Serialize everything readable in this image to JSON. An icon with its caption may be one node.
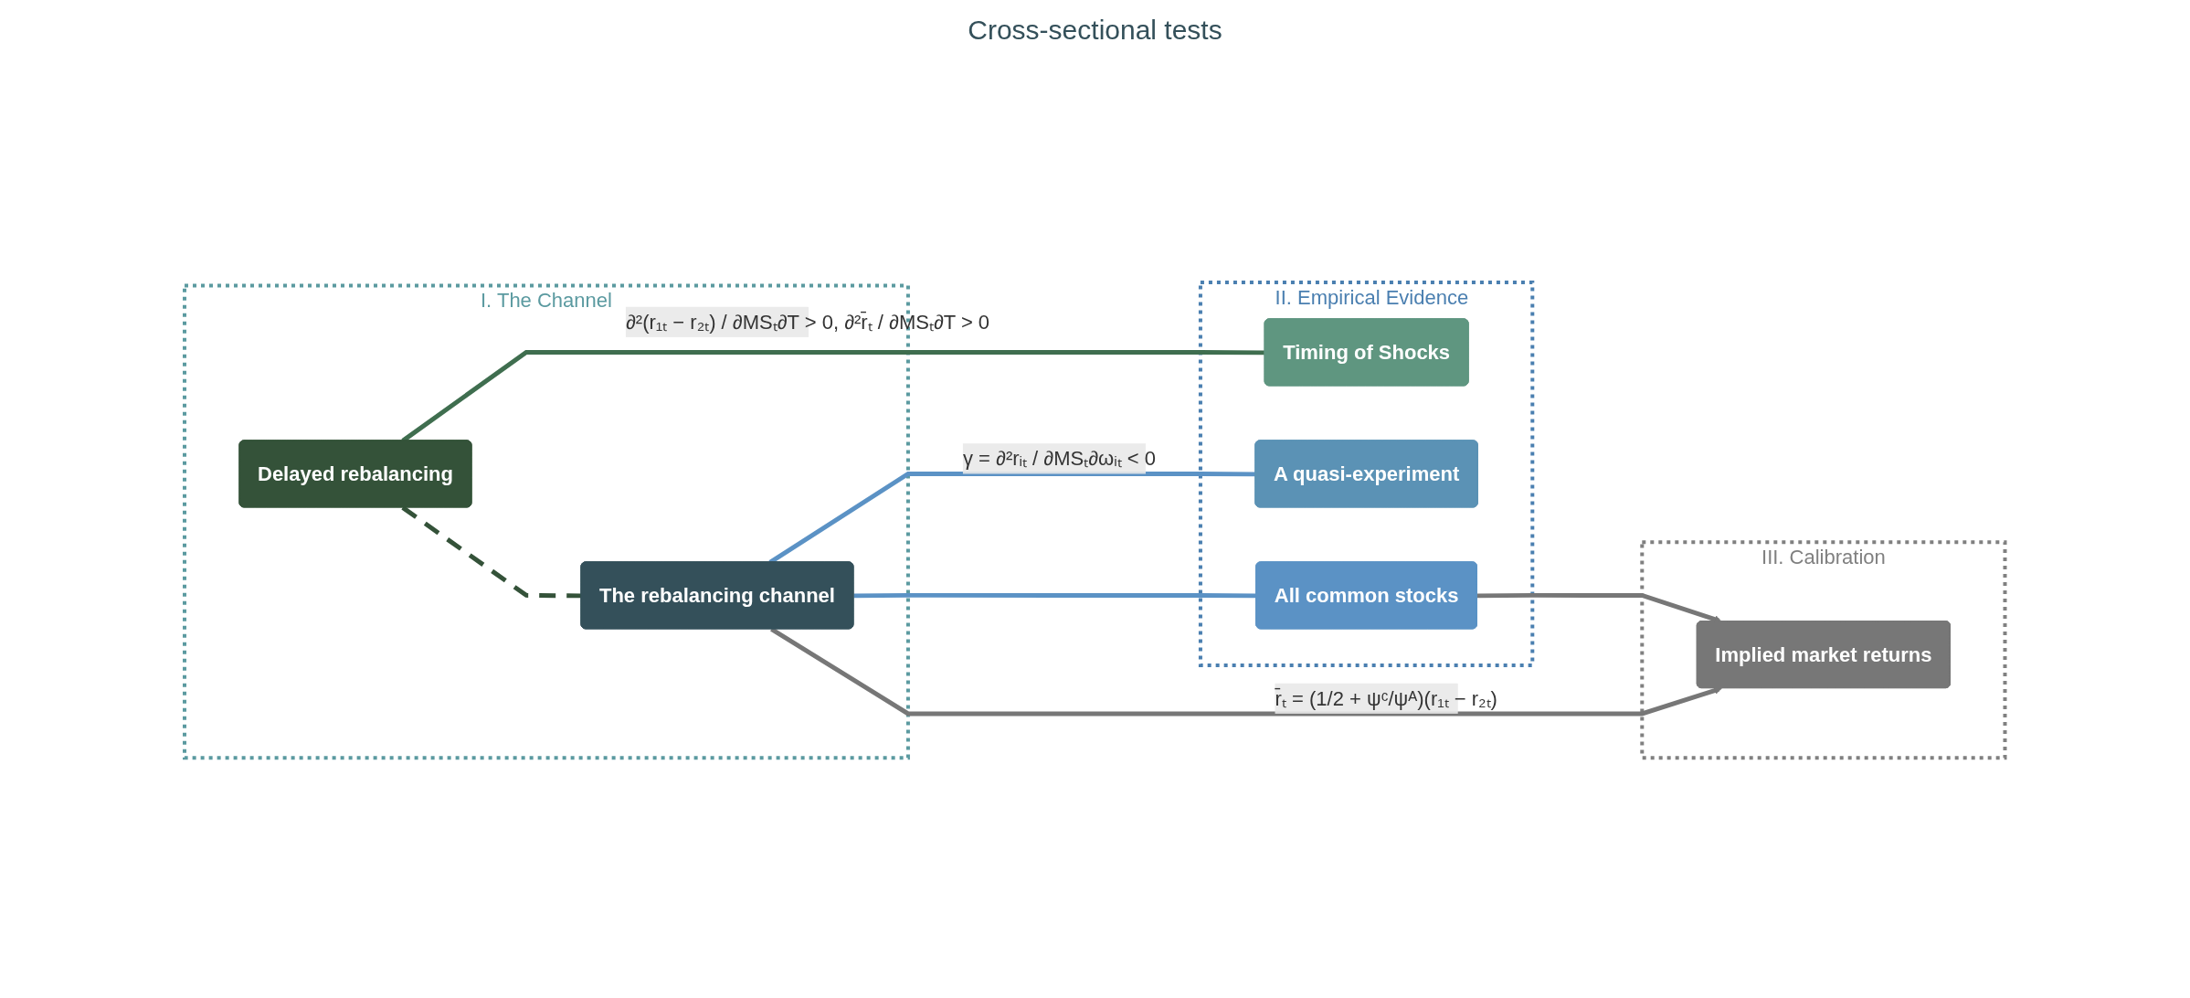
{
  "diagram": {
    "nodes": [
      {
        "text": [
          "I. The Channel"
        ]
      },
      {
        "text": [
          "Delayed rebalancing"
        ],
        "in": 0
      },
      {
        "text": [
          "The rebalancing channel"
        ],
        "in": 0
      },
      {
        "text": [
          "II. Empirical Evidence"
        ]
      },
      {
        "text": [
          "Timing of Shocks"
        ],
        "in": 3
      },
      {
        "text": [
          "A quasi-experiment"
        ],
        "in": 3
      },
      {
        "text": [
          "All common stocks"
        ],
        "in": 3
      },
      {
        "text": [
          "III. Calibration"
        ]
      },
      {
        "text": [
          "Implied market returns"
        ],
        "in": 7
      }
    ],
    "edges": [
      {
        "from": 1,
        "to": 4,
        "arrow": "none",
        "label": "∂²(r₁ₜ − r₂ₜ) / ∂MSₜ∂T > 0,   ∂²r̄ₜ / ∂MSₜ∂T > 0",
        "color": "#3f6e4f"
      },
      {
        "from": 1,
        "to": 2,
        "arrow": "none",
        "style": "dashed",
        "color": "#345239"
      },
      {
        "from": 2,
        "to": 5,
        "arrow": "none",
        "label": "γ = ∂²rᵢₜ / ∂MSₜ∂ωᵢₜ < 0",
        "color": "#5b92c5"
      },
      {
        "from": 2,
        "to": 6,
        "arrow": "none",
        "color": "#5b92c5"
      },
      {
        "from": 2,
        "to": 8,
        "arrow": "to",
        "label": "r̄ₜ = (1/2 + ψᶜ/ψᴬ)(r₁ₜ − r₂ₜ)",
        "color": "#777777"
      },
      {
        "from": 6,
        "to": 8,
        "arrow": "to",
        "color": "#777777"
      }
    ],
    "labels": [
      "Cross-sectional tests"
    ]
  }
}
